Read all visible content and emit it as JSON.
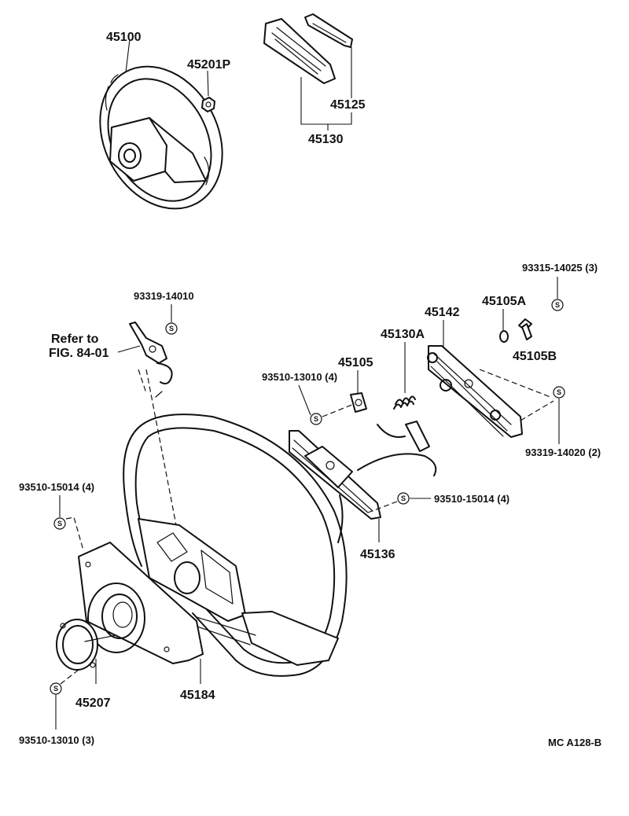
{
  "labels": {
    "p45100": "45100",
    "p45201P": "45201P",
    "p45125": "45125",
    "p45130": "45130",
    "p93315_14025": "93315-14025 (3)",
    "p45142": "45142",
    "p45105A": "45105A",
    "p45130A": "45130A",
    "p45105B": "45105B",
    "p93319_14010": "93319-14010",
    "refer_to": "Refer to",
    "fig_ref": "FIG. 84-01",
    "p45105": "45105",
    "p93510_13010_4": "93510-13010 (4)",
    "p93319_14020": "93319-14020 (2)",
    "p93510_15014_left": "93510-15014 (4)",
    "p93510_15014_right": "93510-15014 (4)",
    "p45136": "45136",
    "p45207": "45207",
    "p45184": "45184",
    "p93510_13010_3": "93510-13010 (3)",
    "figure_code": "MC A128-B"
  },
  "symbols": {
    "standard_part_mark": "S"
  }
}
